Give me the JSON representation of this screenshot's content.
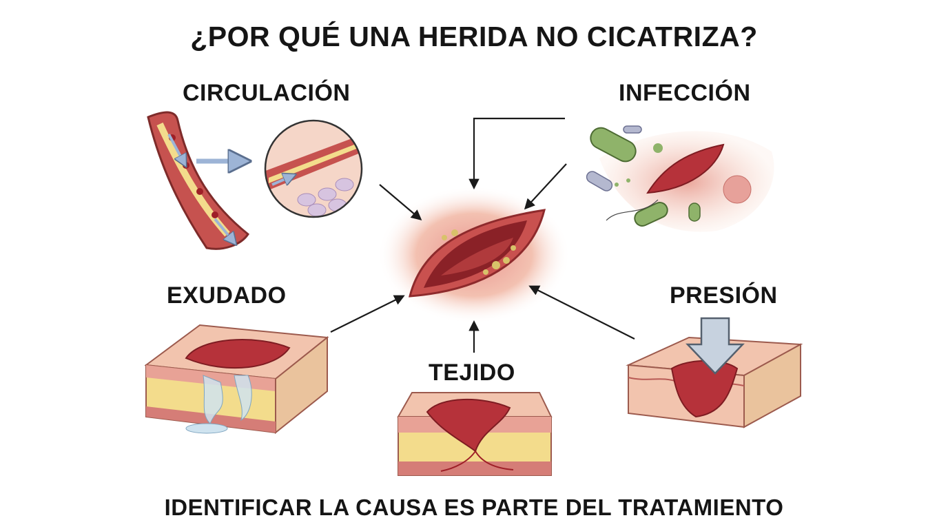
{
  "title": "¿POR QUÉ UNA HERIDA NO CICATRIZA?",
  "footer": "IDENTIFICAR LA CAUSA ES PARTE DEL TRATAMIENTO",
  "causes": {
    "circulation": "CIRCULACIÓN",
    "infection": "INFECCIÓN",
    "exudate": "EXUDADO",
    "pressure": "PRESIÓN",
    "tissue": "TEJIDO"
  },
  "colors": {
    "skin": "#f2c4ae",
    "wound": "#b6323a",
    "wound_deep": "#7e1c22",
    "slough": "#d8c26a",
    "fat": "#f3dc8c",
    "bacteria": "#8fb36a",
    "arrow": "#1a1a1a",
    "flow_arrow": "#9db4d6"
  }
}
